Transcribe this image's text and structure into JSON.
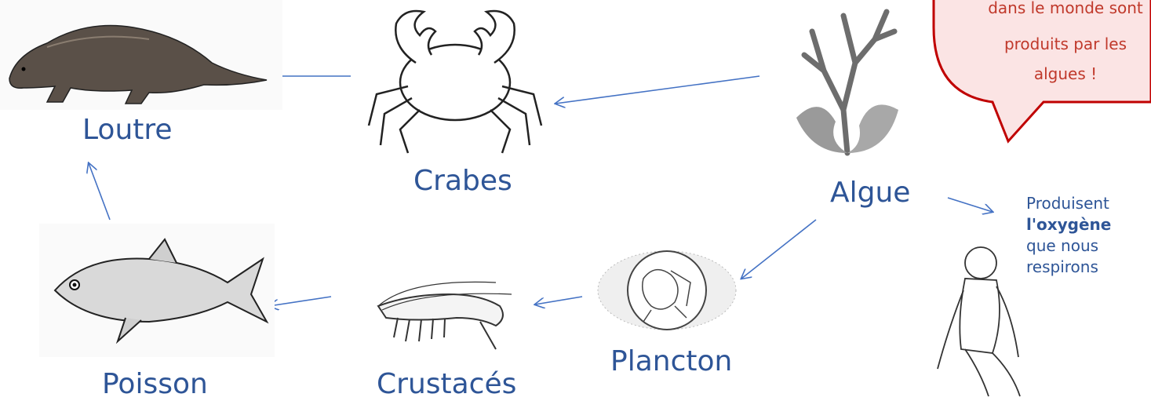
{
  "nodes": {
    "loutre": "Loutre",
    "crabes": "Crabes",
    "algue": "Algue",
    "plancton": "Plancton",
    "crustaces": "Crustacés",
    "poisson": "Poisson"
  },
  "oxygen_note": {
    "line1": "Produisent",
    "line2": "l'oxygène",
    "line3": "que nous",
    "line4": "respirons"
  },
  "speech_bubble": {
    "line1": "dans le monde sont",
    "line2": "produits par les",
    "line3": "algues !"
  },
  "colors": {
    "label": "#2e5597",
    "arrow": "#4472c4",
    "bubble_fill": "#fbe4e4",
    "bubble_border": "#c00000",
    "bubble_text": "#c0392b"
  },
  "icons": [
    "otter-illustration",
    "crab-illustration",
    "seaweed-illustration",
    "plankton-illustration",
    "shrimp-illustration",
    "fish-illustration",
    "woman-sitting-illustration"
  ]
}
